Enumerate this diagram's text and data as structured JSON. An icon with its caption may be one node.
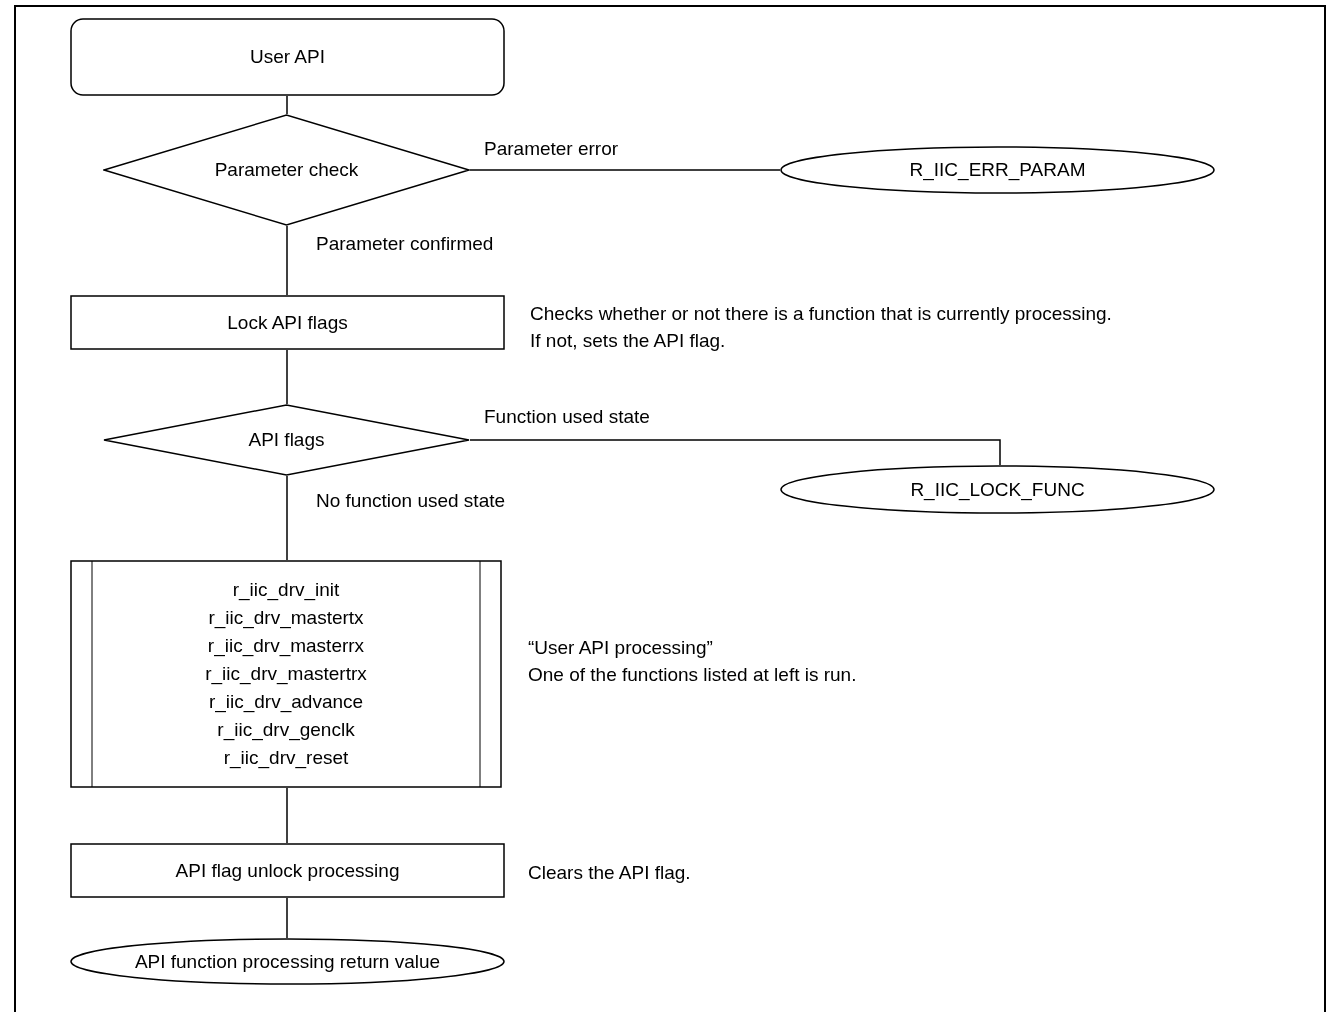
{
  "diagram": {
    "nodes": [
      {
        "text": [
          "User API"
        ]
      },
      {
        "text": [
          "Parameter check"
        ]
      },
      {
        "text": [
          "R_IIC_ERR_PARAM"
        ]
      },
      {
        "text": [
          "Lock API flags"
        ],
        "beside": [
          "Checks whether or not there is a function that is currently processing.",
          "If not, sets the API flag."
        ]
      },
      {
        "text": [
          "API flags"
        ]
      },
      {
        "text": [
          "R_IIC_LOCK_FUNC"
        ]
      },
      {
        "text": [
          "r_iic_drv_init",
          "r_iic_drv_mastertx",
          "r_iic_drv_masterrx",
          "r_iic_drv_mastertrx",
          "r_iic_drv_advance",
          "r_iic_drv_genclk",
          "r_iic_drv_reset"
        ],
        "beside": [
          "“User API processing”",
          "One of the functions listed at left is run."
        ]
      },
      {
        "text": [
          "API flag unlock processing"
        ],
        "beside": [
          "Clears the API flag."
        ]
      },
      {
        "text": [
          "API function processing return value"
        ]
      }
    ],
    "edges": [
      {
        "from": 0,
        "to": 1,
        "arrow": "none"
      },
      {
        "from": 1,
        "to": 2,
        "arrow": "none",
        "label": "Parameter error"
      },
      {
        "from": 1,
        "to": 3,
        "arrow": "none",
        "label": "Parameter confirmed"
      },
      {
        "from": 3,
        "to": 4,
        "arrow": "none"
      },
      {
        "from": 4,
        "to": 5,
        "arrow": "none",
        "label": "Function used state"
      },
      {
        "from": 4,
        "to": 6,
        "arrow": "none",
        "label": "No function used state"
      },
      {
        "from": 6,
        "to": 7,
        "arrow": "none"
      },
      {
        "from": 7,
        "to": 8,
        "arrow": "none"
      }
    ]
  }
}
